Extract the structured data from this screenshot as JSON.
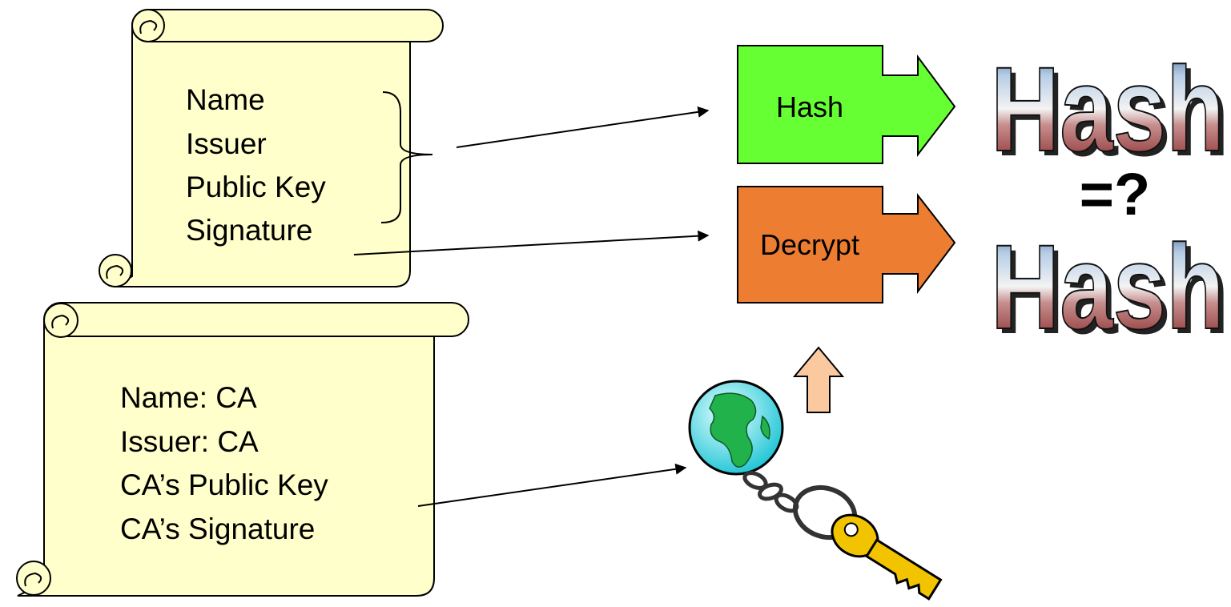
{
  "subject_scroll": {
    "lines": [
      "Name",
      "Issuer",
      "Public Key",
      "Signature"
    ]
  },
  "ca_scroll": {
    "lines": [
      "Name: CA",
      "Issuer: CA",
      "CA’s Public Key",
      "CA’s Signature"
    ]
  },
  "hash_box": {
    "label": "Hash",
    "color": "#66ff33"
  },
  "decrypt_box": {
    "label": "Decrypt",
    "color": "#ed7d31"
  },
  "result": {
    "top_word": "Hash",
    "bottom_word": "Hash",
    "comparison": "=?"
  },
  "colors": {
    "scroll_fill": "#ffffcc",
    "up_arrow": "#fbc99f",
    "hash_gradient_top": "#9db6d6",
    "hash_gradient_bottom": "#a32c2c"
  },
  "icons": {
    "key": "globe-keychain-key-icon"
  }
}
